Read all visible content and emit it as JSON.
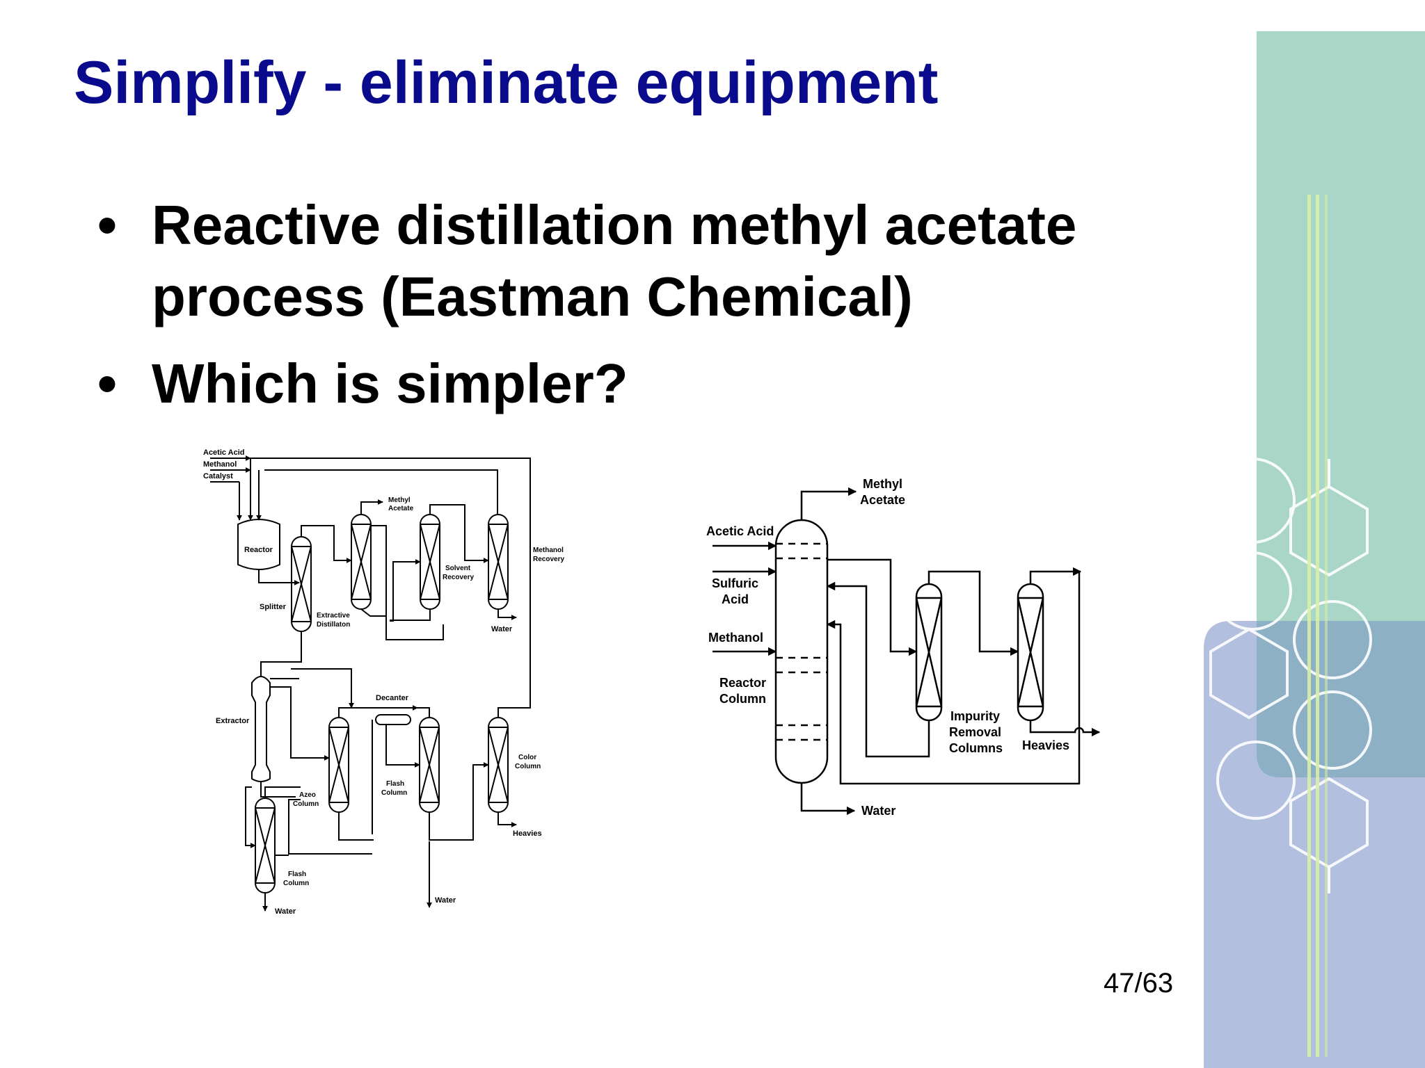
{
  "slide": {
    "title": "Simplify - eliminate equipment",
    "bullets": [
      "Reactive distillation methyl acetate process (Eastman Chemical)",
      "Which is simpler?"
    ],
    "page_number": "47/63"
  },
  "diagrams": {
    "conventional": {
      "feeds": [
        "Acetic Acid",
        "Methanol",
        "Catalyst"
      ],
      "reactor": "Reactor",
      "splitter": "Splitter",
      "extractive": "Extractive Distillaton",
      "methyl_acetate": "Methyl Acetate",
      "solvent_recovery": "Solvent Recovery",
      "methanol_recovery": "Methanol Recovery",
      "water_top": "Water",
      "extractor": "Extractor",
      "decanter": "Decanter",
      "azeo": "Azeo Column",
      "flash_mid": "Flash Column",
      "color": "Color Column",
      "heavies": "Heavies",
      "flash_low": "Flash Column",
      "water_mid": "Water",
      "water_low": "Water"
    },
    "reactive": {
      "methyl_acetate": "Methyl Acetate",
      "acetic_acid": "Acetic Acid",
      "sulfuric_acid": "Sulfuric Acid",
      "methanol": "Methanol",
      "reactor_column": "Reactor Column",
      "impurity": "Impurity Removal Columns",
      "heavies": "Heavies",
      "water": "Water"
    }
  },
  "theme": {
    "title_color": "#0a0a8c",
    "teal": "#a9d6c6",
    "lavender": "#b3bfdf",
    "steel": "#8db0c4"
  }
}
